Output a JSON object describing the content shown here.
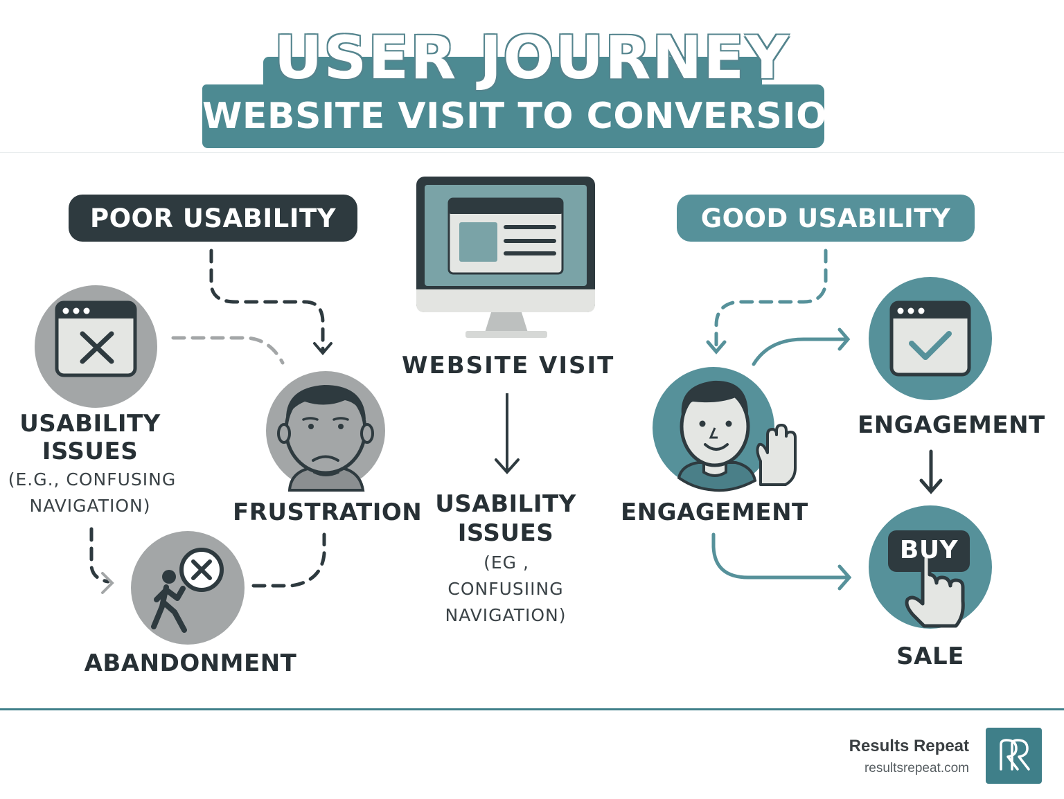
{
  "header": {
    "title": "USER JOURNEY",
    "subtitle": "WEBSITE VISIT TO CONVERSION"
  },
  "colors": {
    "dark": "#2e3a3f",
    "teal": "#56919a",
    "teal_dark": "#3f7f89",
    "gray": "#a3a6a7",
    "light": "#e4e6e3"
  },
  "poor": {
    "pill": "POOR USABILITY",
    "issues": {
      "title_line1": "USABILITY",
      "title_line2": "ISSUES",
      "note_line1": "(E.G., CONFUSING",
      "note_line2": "NAVIGATION)"
    },
    "frustration": "FRUSTRATION",
    "abandonment": "ABANDONMENT"
  },
  "center": {
    "visit": "WEBSITE VISIT",
    "issues": {
      "title_line1": "USABILITY",
      "title_line2": "ISSUES",
      "note_line1": "(EG ,",
      "note_line2": "CONFUSIING",
      "note_line3": "NAVIGATION)"
    }
  },
  "good": {
    "pill": "GOOD USABILITY",
    "engagement_user": "ENGAGEMENT",
    "engagement_check": "ENGAGEMENT",
    "buy": "BUY",
    "sale": "SALE"
  },
  "icons": [
    "browser-x-icon",
    "sad-face-icon",
    "walking-away-icon",
    "monitor-icon",
    "browser-check-icon",
    "happy-waving-user-icon",
    "buy-click-icon",
    "results-repeat-logo"
  ],
  "footer": {
    "brand": "Results Repeat",
    "url": "resultsrepeat.com"
  }
}
